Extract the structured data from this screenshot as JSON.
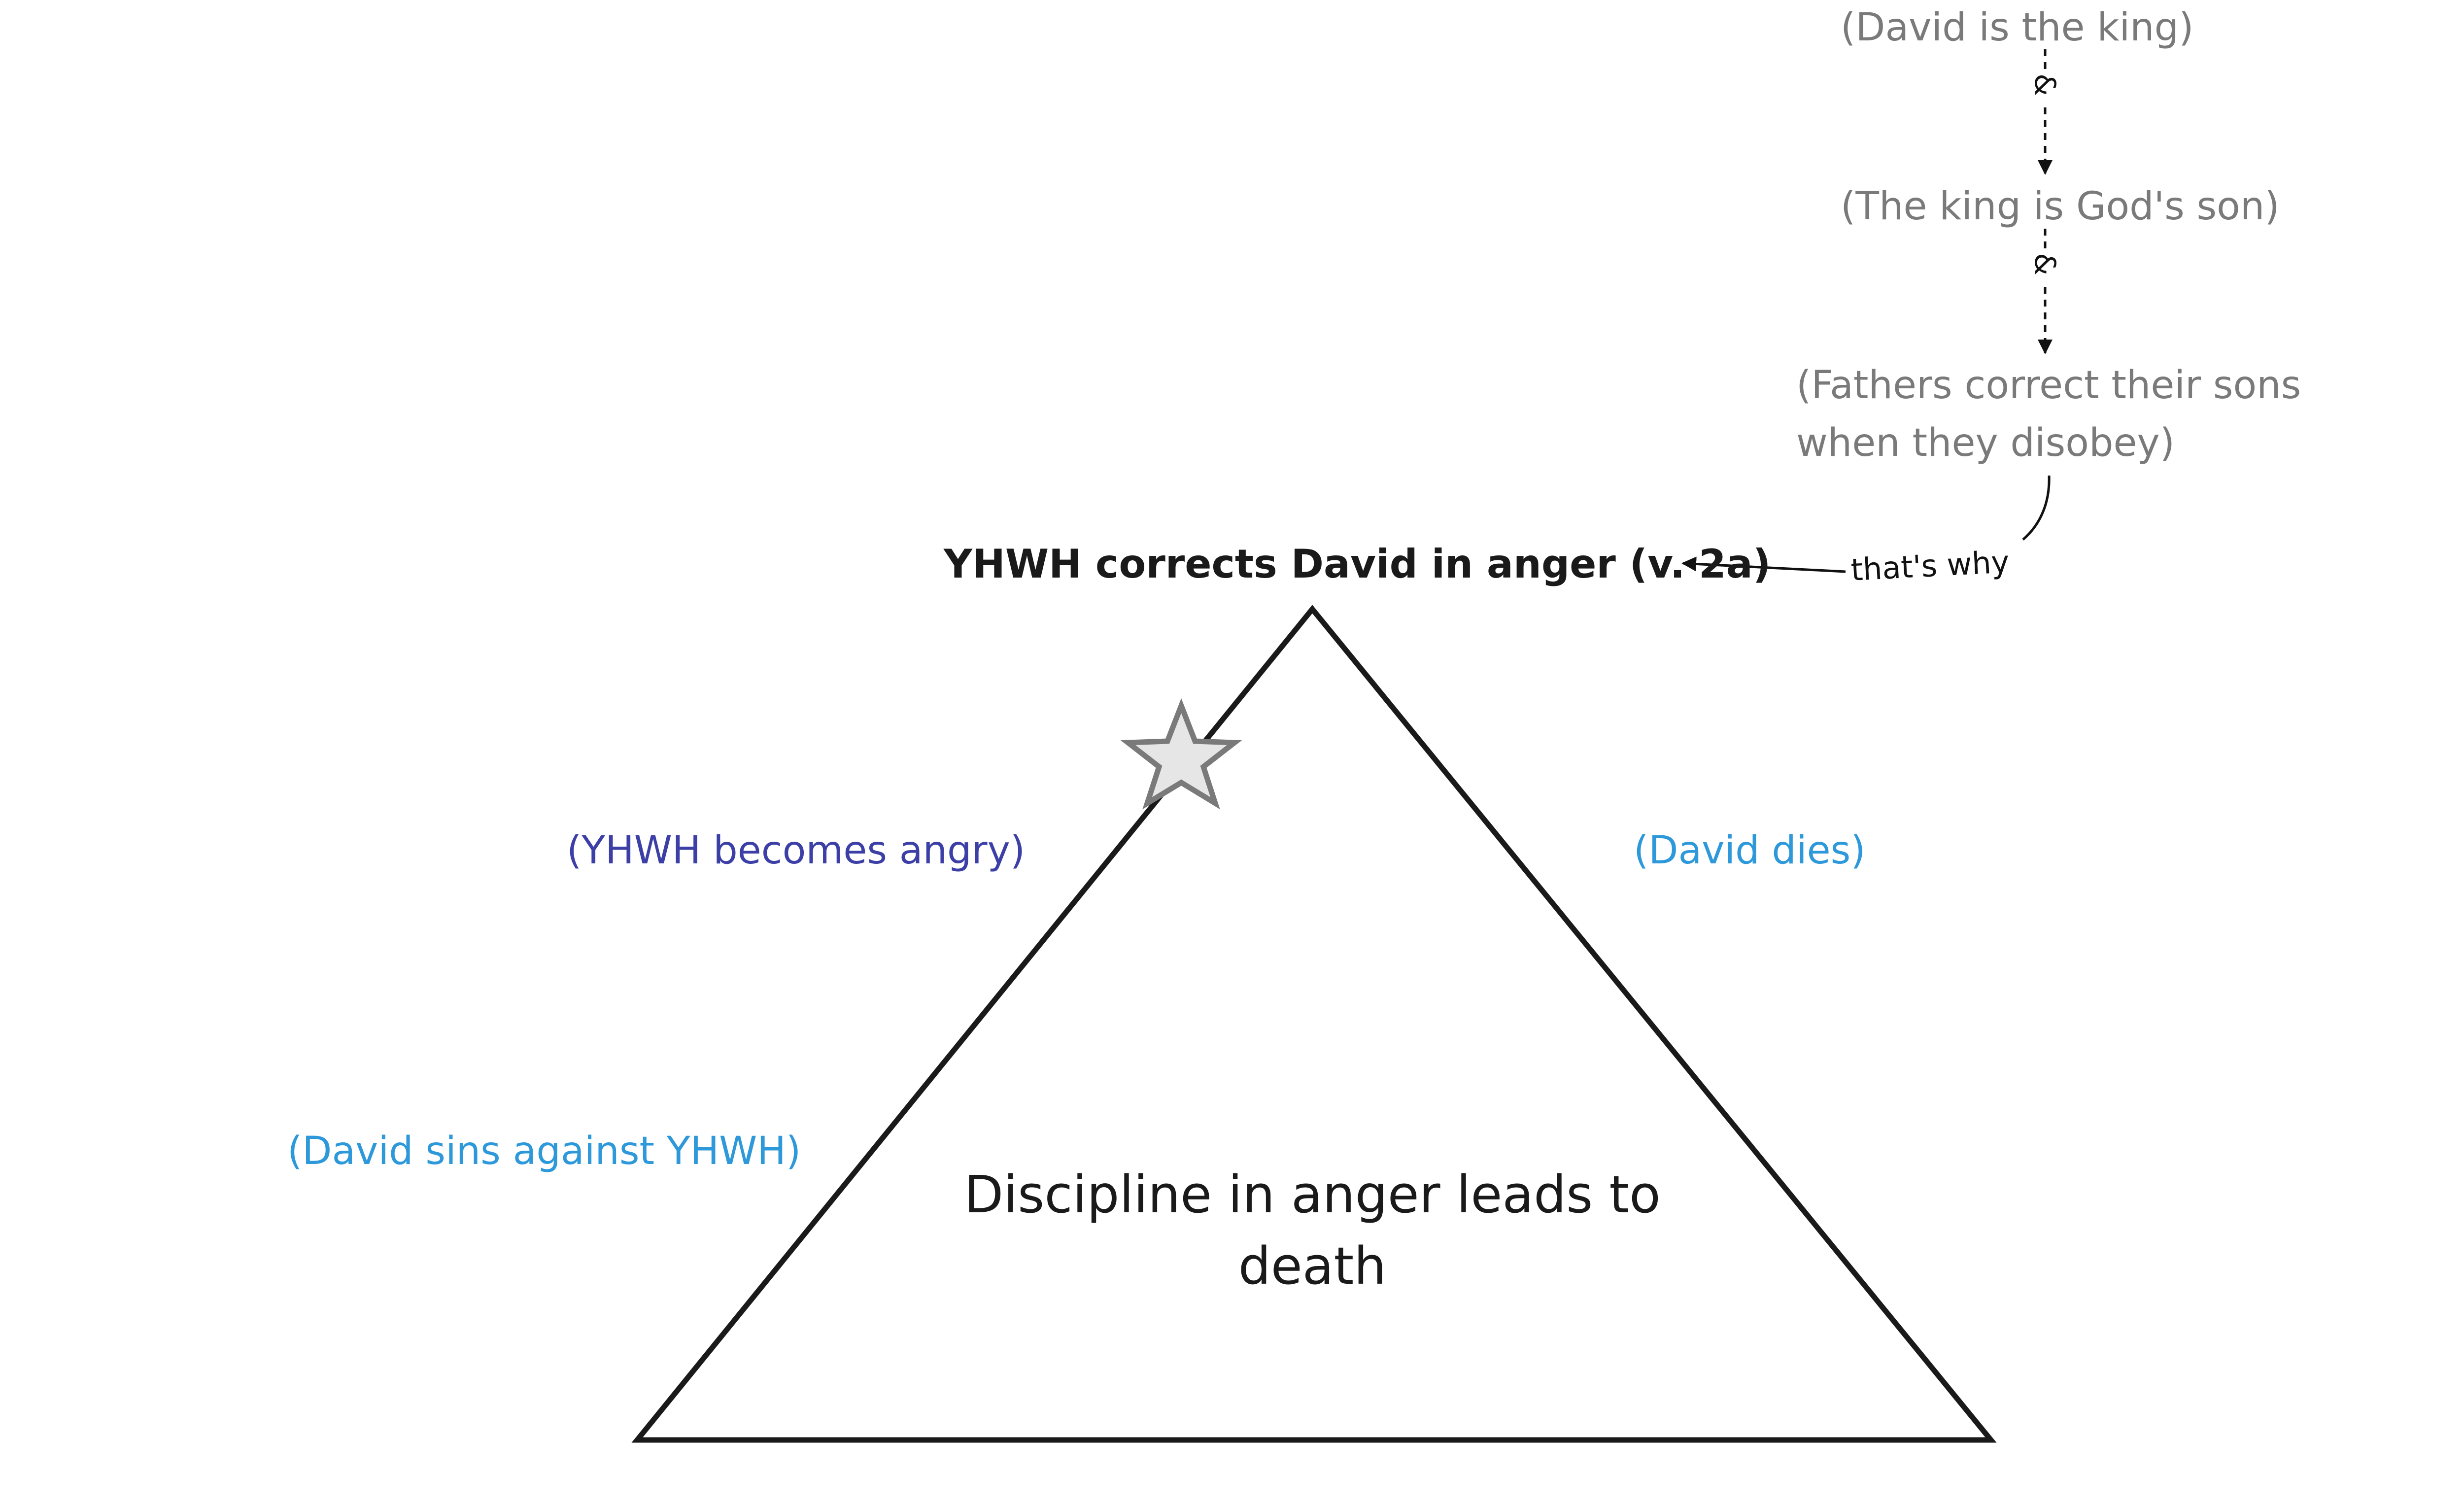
{
  "diagram": {
    "premises": [
      "(David is the king)",
      "(The king is God's son)",
      "(Fathers correct their sons",
      "when they disobey)"
    ],
    "link_symbol": "&",
    "conclusion": "YHWH corrects David in anger (v. 2a)",
    "reason_label": "that's why",
    "triangle_text": [
      "Discipline in anger leads to",
      "death"
    ],
    "side_notes": {
      "angry": "(YHWH becomes angry)",
      "dies": "(David dies)",
      "sins": "(David sins against YHWH)"
    },
    "colors": {
      "premise_grey": "#7a7a7a",
      "note_blue": "#2d98da",
      "note_indigo": "#3b3fa6",
      "line": "#1a1a1a",
      "star_fill": "#e6e6e6",
      "star_stroke": "#7a7a7a"
    },
    "icons": {
      "marker": "star-icon"
    }
  }
}
